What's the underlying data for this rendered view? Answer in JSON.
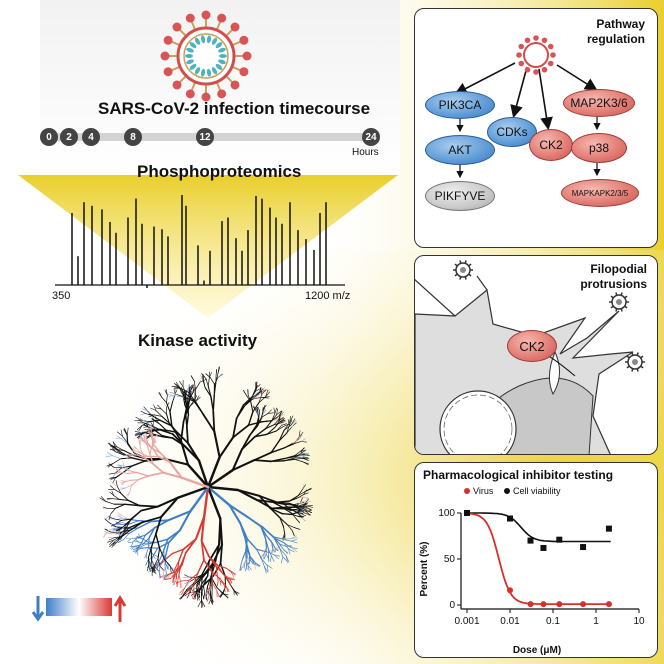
{
  "header": {
    "title": "SARS-CoV-2 infection timecourse",
    "timepoints": [
      "0",
      "2",
      "4",
      "8",
      "12",
      "24"
    ],
    "hours_label": "Hours"
  },
  "phospho": {
    "title": "Phosphoproteomics",
    "axis_start": "350",
    "axis_end": "1200 m/z"
  },
  "kinase": {
    "title": "Kinase activity"
  },
  "pathway": {
    "title_line1": "Pathway",
    "title_line2": "regulation",
    "nodes": {
      "pik3ca": "PIK3CA",
      "akt": "AKT",
      "pikfyve": "PIKFYVE",
      "cdks": "CDKs",
      "ck2": "CK2",
      "map2k": "MAP2K3/6",
      "p38": "p38",
      "mapkapk": "MAPKAPK2/3/5"
    }
  },
  "filopodia": {
    "title_line1": "Filopodial",
    "title_line2": "protrusions",
    "node": "CK2"
  },
  "pharma": {
    "title": "Pharmacological inhibitor testing",
    "legend_virus": "Virus",
    "legend_viability": "Cell viability",
    "ylabel": "Percent (%)",
    "xlabel": "Dose (μM)",
    "yticks": [
      "0",
      "50",
      "100"
    ],
    "xticks": [
      "0.001",
      "0.01",
      "0.1",
      "1",
      "10"
    ]
  },
  "colors": {
    "yellow": "#e9cf2b",
    "up_red": "#d93a33",
    "down_blue": "#3f7fc8",
    "virus_red": "#d5312b"
  },
  "chart_data": {
    "type": "scatter",
    "title": "Pharmacological inhibitor testing",
    "xlabel": "Dose (μM)",
    "ylabel": "Percent (%)",
    "x_scale": "log",
    "xlim": [
      0.001,
      10
    ],
    "ylim": [
      0,
      100
    ],
    "legend": "top",
    "series": [
      {
        "name": "Virus",
        "color": "#d5312b",
        "x": [
          0.001,
          0.01,
          0.03,
          0.06,
          0.14,
          0.5,
          2.0
        ],
        "y": [
          100,
          16,
          1,
          1,
          1,
          1,
          1
        ]
      },
      {
        "name": "Cell viability",
        "color": "#111111",
        "x": [
          0.001,
          0.01,
          0.03,
          0.06,
          0.14,
          0.5,
          2.0
        ],
        "y": [
          100,
          94,
          70,
          62,
          71,
          63,
          83
        ]
      }
    ]
  }
}
